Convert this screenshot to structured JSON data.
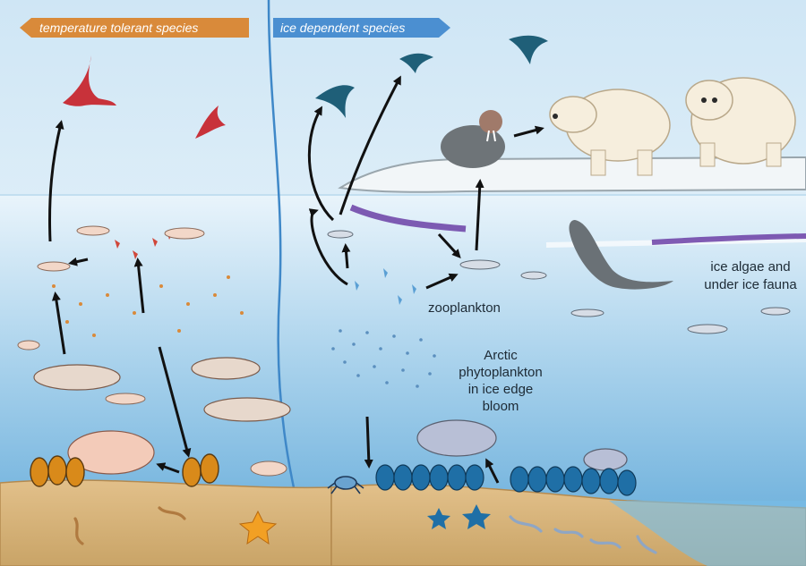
{
  "banners": {
    "left": "temperature tolerant  species",
    "right": "ice dependent species"
  },
  "labels": {
    "zooplankton": "zooplankton",
    "phytoplankton": [
      "Arctic",
      "phytoplankton",
      "in ice edge",
      "bloom"
    ],
    "ice_algae": [
      "ice algae and",
      "under ice fauna"
    ]
  },
  "colors": {
    "left_banner": "#d98a3a",
    "right_banner": "#4b8fd1",
    "water_top": "#e9f4fb",
    "water_bottom": "#6fb3dc",
    "seafloor": "#d8b57a",
    "ice": "#f2f6f8",
    "ice_algae": "#6b3fa6",
    "warm_bird": "#c8323a",
    "arctic_bird": "#1f5f78",
    "arrow": "#111111"
  }
}
